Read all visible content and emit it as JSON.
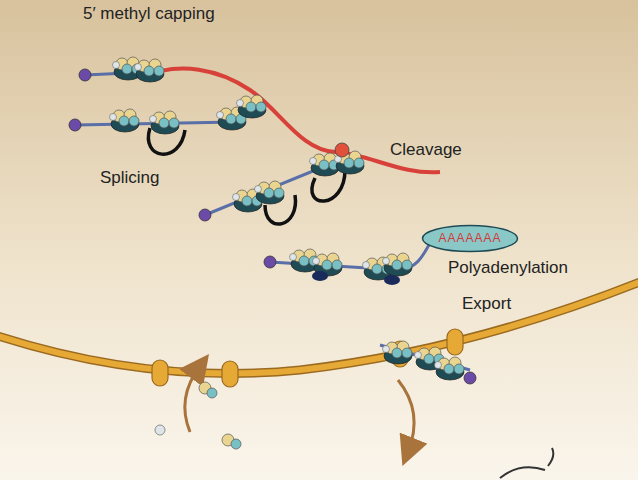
{
  "diagram": {
    "nodes": [
      {
        "text": [
          "AAAAAAA"
        ]
      }
    ],
    "labels": [
      "5′ methyl capping",
      "Splicing",
      "Cleavage",
      "Polyadenylation",
      "Export"
    ]
  }
}
